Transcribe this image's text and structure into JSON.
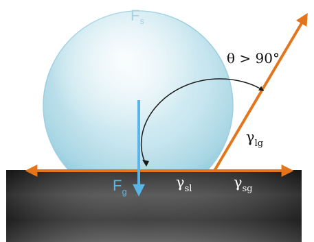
{
  "labels": {
    "surface_force": "F",
    "surface_force_sub": "s",
    "gravity_force": "F",
    "gravity_force_sub": "g",
    "contact_angle": "θ > 90°",
    "gamma_lg": "γ",
    "gamma_lg_sub": "lg",
    "gamma_sl": "γ",
    "gamma_sl_sub": "sl",
    "gamma_sg": "γ",
    "gamma_sg_sub": "sg"
  },
  "colors": {
    "tension_arrows": "#e3751c",
    "gravity_arrow": "#5ab4e6",
    "angle_arc": "#1a1a1a",
    "text": "#111111",
    "fs_label": "#a9d3e2",
    "fg_label": "#5ab4e6",
    "gamma_on_surface": "#ffffff",
    "droplet_fill": "#bfe2ec",
    "surface_dark": "#2a2a2a",
    "surface_light": "#6a6a6a"
  }
}
